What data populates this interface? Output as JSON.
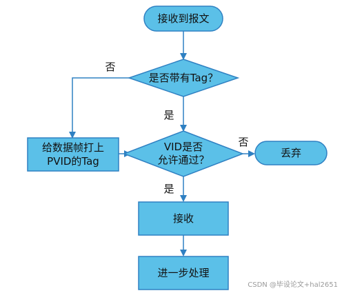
{
  "colors": {
    "node_fill": "#5BC0E8",
    "node_stroke": "#2F80C2",
    "arrow": "#2F80C2",
    "text": "#111111"
  },
  "nodes": {
    "start": "接收到报文",
    "decision_tag": "是否带有Tag？",
    "decision_vid_line1": "VID是否",
    "decision_vid_line2": "允许通过？",
    "add_tag_line1": "给数据帧打上",
    "add_tag_line2": "PVID的Tag",
    "discard": "丢弃",
    "receive": "接收",
    "process": "进一步处理"
  },
  "edges": {
    "tag_no": "否",
    "tag_yes": "是",
    "vid_no": "否",
    "vid_yes": "是"
  },
  "watermark": "CSDN @毕设论文+hal2651"
}
